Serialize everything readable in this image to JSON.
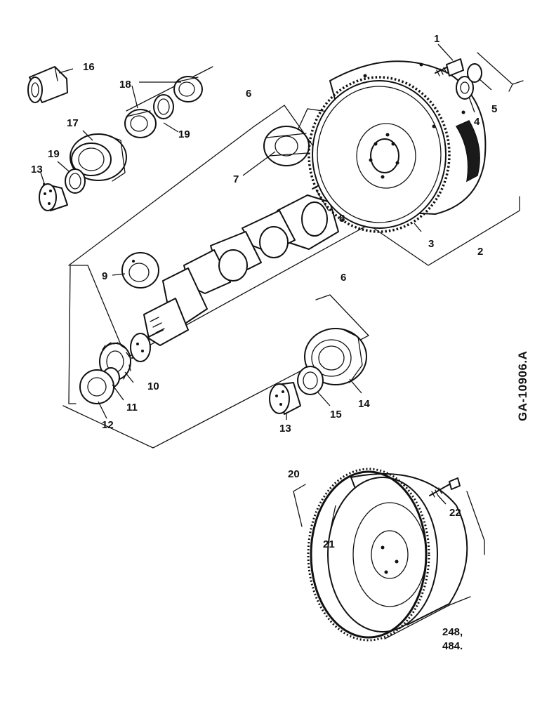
{
  "figure_code": "GA-10906.A",
  "callouts": {
    "c1": "1",
    "c2": "2",
    "c3": "3",
    "c4": "4",
    "c5": "5",
    "c6a": "6",
    "c6b": "6",
    "c7": "7",
    "c8": "8",
    "c9": "9",
    "c10": "10",
    "c11": "11",
    "c12": "12",
    "c13a": "13",
    "c13b": "13",
    "c14": "14",
    "c15": "15",
    "c16": "16",
    "c17": "17",
    "c18": "18",
    "c19a": "19",
    "c19b": "19",
    "c20": "20",
    "c21": "21",
    "c22": "22",
    "c248": "248,",
    "c484": "484."
  }
}
